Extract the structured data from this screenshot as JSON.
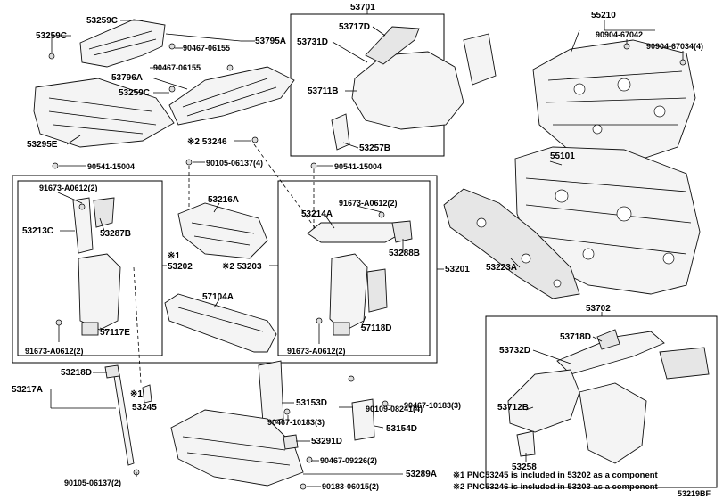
{
  "labels": {
    "p53259c_a": "53259C",
    "p53259c_b": "53259C",
    "p53259c_c": "53259C",
    "p90467_06155_a": "90467-06155",
    "p90467_06155_b": "90467-06155",
    "p53795a": "53795A",
    "p53796a": "53796A",
    "p53295e": "53295E",
    "p53701": "53701",
    "p53717d": "53717D",
    "p53731d": "53731D",
    "p53711b": "53711B",
    "p53257b": "53257B",
    "p55210": "55210",
    "p90904_67042": "90904-67042",
    "p90904_67034": "90904-67034(4)",
    "p55101": "55101",
    "p53246_ref": "※2 53246",
    "p90541_a": "90541-15004",
    "p90105_a": "90105-06137(4)",
    "p90541_b": "90541-15004",
    "p91673_a": "91673-A0612(2)",
    "p53213c": "53213C",
    "p53287b": "53287B",
    "p91673_b": "91673-A0612(2)",
    "p57117e": "57117E",
    "p53216a": "53216A",
    "p53202_ref": "※1",
    "p53202": "53202",
    "p53203": "※2 53203",
    "p57104a": "57104A",
    "p91673_c": "91673-A0612(2)",
    "p53214a": "53214A",
    "p53288b": "53288B",
    "p57118d": "57118D",
    "p91673_d": "91673-A0612(2)",
    "p53201": "53201",
    "p53223a": "53223A",
    "p53702": "53702",
    "p53718d": "53718D",
    "p53732d": "53732D",
    "p53712b": "53712B",
    "p53258": "53258",
    "p53218d": "53218D",
    "p53217a": "53217A",
    "p53245_ref": "※1",
    "p53245": "53245",
    "p90105_b": "90105-06137(2)",
    "p53153d": "53153D",
    "p90109": "90109-08241(4)",
    "p90467_10183_a": "90467-10183(3)",
    "p90467_10183_b": "90467-10183(3)",
    "p53154d": "53154D",
    "p53291d": "53291D",
    "p90467_09226": "90467-09226(2)",
    "p53289a": "53289A",
    "p90183": "90183-06015(2)"
  },
  "footnotes": {
    "note1": "※1 PNC53245 is included in 53202 as a component",
    "note2": "※2 PNC53246 is included in 53203 as a component"
  },
  "diagram_code": "53219BF"
}
